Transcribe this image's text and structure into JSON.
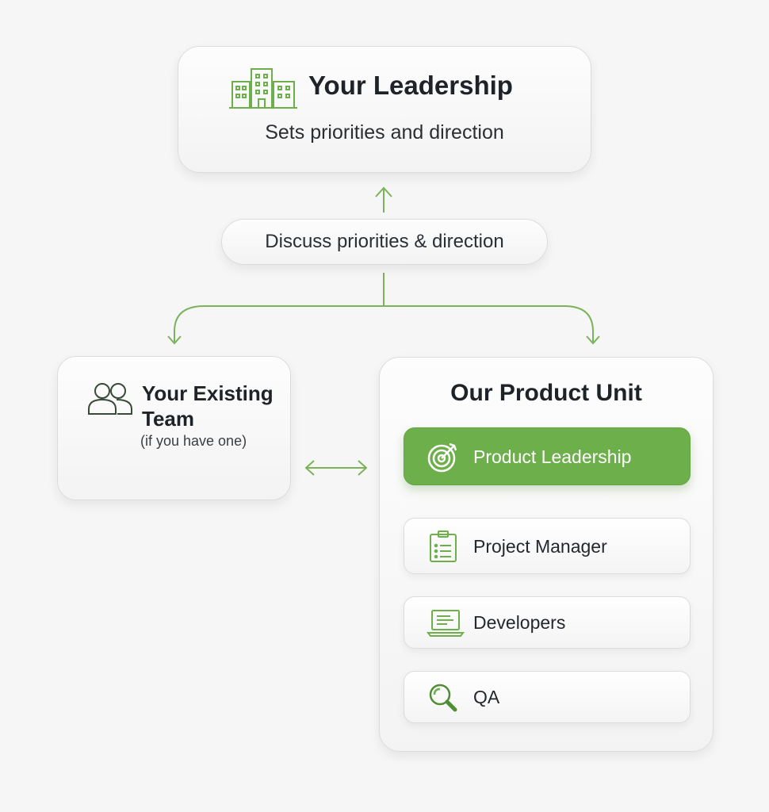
{
  "leadership": {
    "title": "Your Leadership",
    "subtitle": "Sets priorities and direction",
    "icon": "office-building-icon"
  },
  "discuss": {
    "label": "Discuss priorities & direction"
  },
  "existing_team": {
    "title": "Your Existing Team",
    "note": "(if you have one)",
    "icon": "users-icon"
  },
  "product_unit": {
    "title": "Our Product Unit",
    "roles": [
      {
        "label": "Product Leadership",
        "icon": "target-icon",
        "highlighted": true
      },
      {
        "label": "Project Manager",
        "icon": "clipboard-icon",
        "highlighted": false
      },
      {
        "label": "Developers",
        "icon": "laptop-icon",
        "highlighted": false
      },
      {
        "label": "QA",
        "icon": "magnifier-icon",
        "highlighted": false
      }
    ]
  },
  "colors": {
    "accent": "#6db04b",
    "arrow": "#7ab35a",
    "text": "#1f2328",
    "background": "#f6f6f6"
  }
}
